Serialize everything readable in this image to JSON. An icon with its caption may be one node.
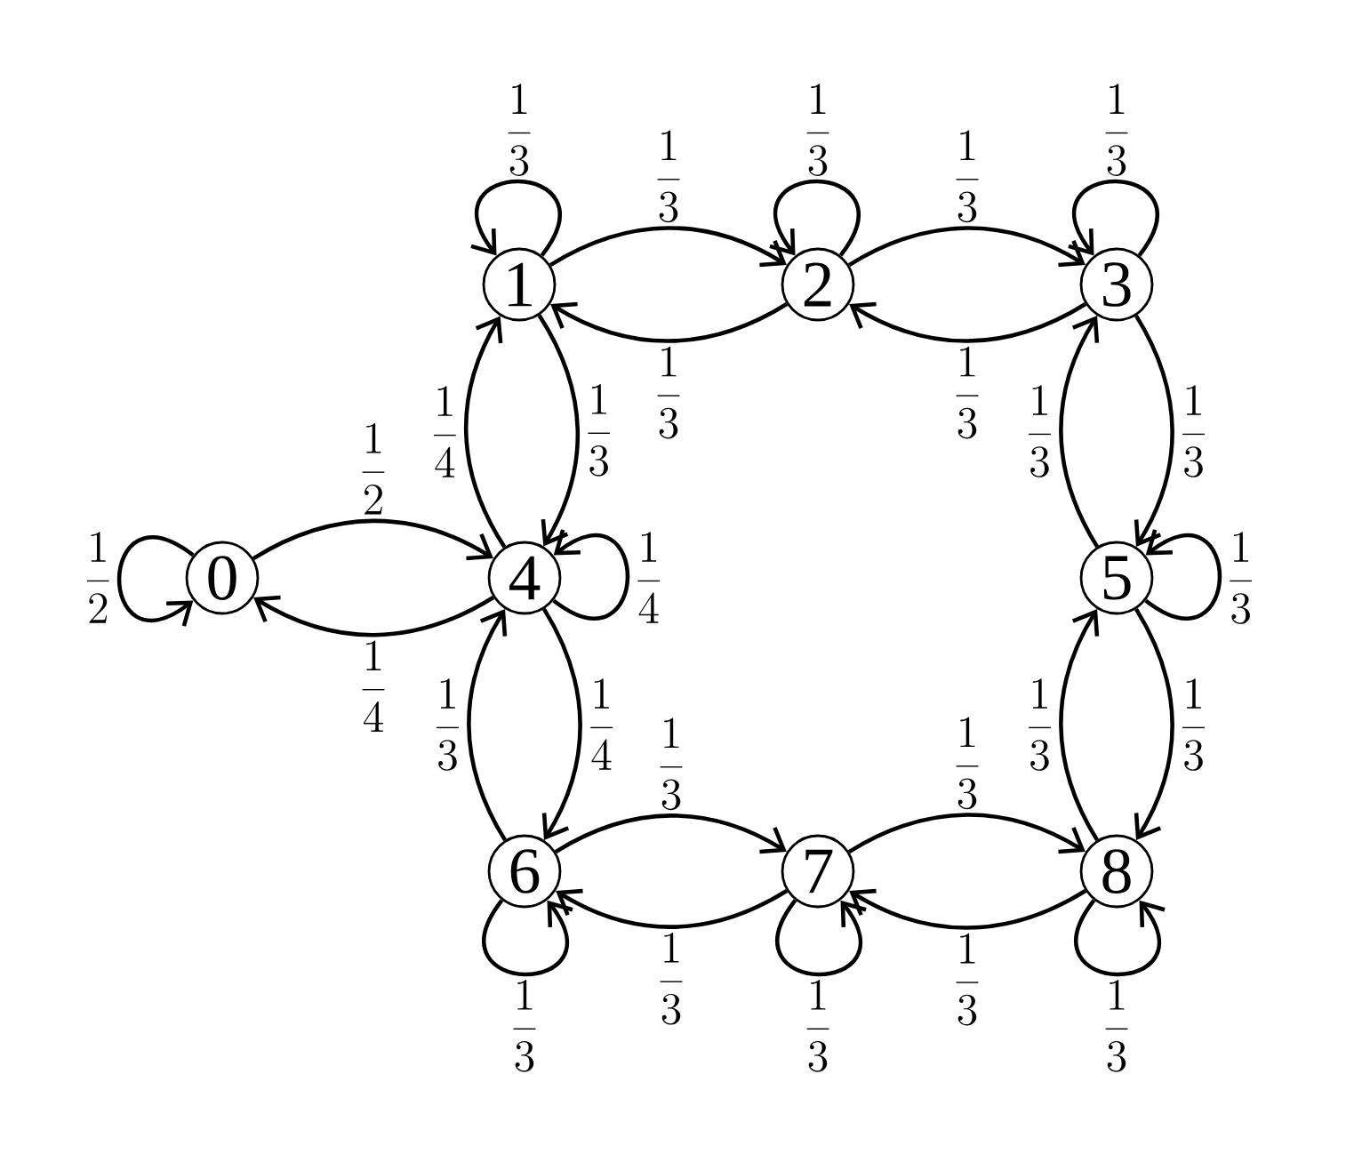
{
  "diagram": {
    "nodes": [
      {
        "text": [
          "0"
        ]
      },
      {
        "text": [
          "1"
        ]
      },
      {
        "text": [
          "2"
        ]
      },
      {
        "text": [
          "3"
        ]
      },
      {
        "text": [
          "4"
        ]
      },
      {
        "text": [
          "5"
        ]
      },
      {
        "text": [
          "6"
        ]
      },
      {
        "text": [
          "7"
        ]
      },
      {
        "text": [
          "8"
        ]
      }
    ],
    "edges": [
      {
        "from": 0,
        "to": 0,
        "arrow": "to",
        "label": "\\frac{1}{2}"
      },
      {
        "from": 0,
        "to": 4,
        "arrow": "to",
        "label": "\\frac{1}{2}"
      },
      {
        "from": 4,
        "to": 0,
        "arrow": "to",
        "label": "\\frac{1}{4}"
      },
      {
        "from": 1,
        "to": 1,
        "arrow": "to",
        "label": "\\frac{1}{3}"
      },
      {
        "from": 1,
        "to": 2,
        "arrow": "to",
        "label": "\\frac{1}{3}"
      },
      {
        "from": 2,
        "to": 1,
        "arrow": "to",
        "label": "\\frac{1}{3}"
      },
      {
        "from": 2,
        "to": 2,
        "arrow": "to",
        "label": "\\frac{1}{3}"
      },
      {
        "from": 2,
        "to": 3,
        "arrow": "to",
        "label": "\\frac{1}{3}"
      },
      {
        "from": 3,
        "to": 2,
        "arrow": "to",
        "label": "\\frac{1}{3}"
      },
      {
        "from": 3,
        "to": 3,
        "arrow": "to",
        "label": "\\frac{1}{3}"
      },
      {
        "from": 1,
        "to": 4,
        "arrow": "to",
        "label": "\\frac{1}{3}"
      },
      {
        "from": 4,
        "to": 1,
        "arrow": "to",
        "label": "\\frac{1}{4}"
      },
      {
        "from": 4,
        "to": 4,
        "arrow": "to",
        "label": "\\frac{1}{4}"
      },
      {
        "from": 3,
        "to": 5,
        "arrow": "to",
        "label": "\\frac{1}{3}"
      },
      {
        "from": 5,
        "to": 3,
        "arrow": "to",
        "label": "\\frac{1}{3}"
      },
      {
        "from": 5,
        "to": 5,
        "arrow": "to",
        "label": "\\frac{1}{3}"
      },
      {
        "from": 4,
        "to": 6,
        "arrow": "to",
        "label": "\\frac{1}{4}"
      },
      {
        "from": 6,
        "to": 4,
        "arrow": "to",
        "label": "\\frac{1}{3}"
      },
      {
        "from": 5,
        "to": 8,
        "arrow": "to",
        "label": "\\frac{1}{3}"
      },
      {
        "from": 8,
        "to": 5,
        "arrow": "to",
        "label": "\\frac{1}{3}"
      },
      {
        "from": 6,
        "to": 7,
        "arrow": "to",
        "label": "\\frac{1}{3}"
      },
      {
        "from": 7,
        "to": 6,
        "arrow": "to",
        "label": "\\frac{1}{3}"
      },
      {
        "from": 6,
        "to": 6,
        "arrow": "to",
        "label": "\\frac{1}{3}"
      },
      {
        "from": 7,
        "to": 8,
        "arrow": "to",
        "label": "\\frac{1}{3}"
      },
      {
        "from": 8,
        "to": 7,
        "arrow": "to",
        "label": "\\frac{1}{3}"
      },
      {
        "from": 7,
        "to": 7,
        "arrow": "to",
        "label": "\\frac{1}{3}"
      },
      {
        "from": 8,
        "to": 8,
        "arrow": "to",
        "label": "\\frac{1}{3}"
      }
    ]
  }
}
